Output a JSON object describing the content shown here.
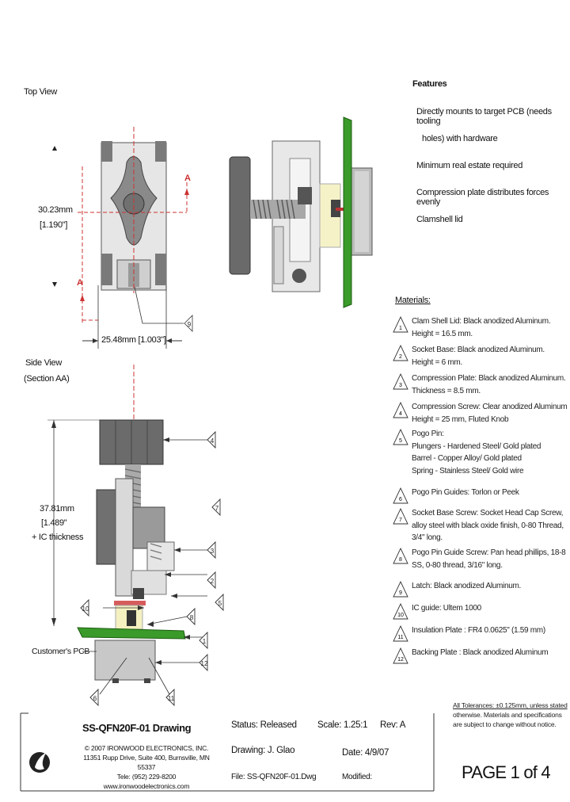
{
  "views": {
    "top_view": "Top View",
    "side_view_line1": "Side View",
    "side_view_line2": "(Section AA)",
    "section_marker": "A"
  },
  "dimensions": {
    "height_mm": "30.23mm",
    "height_in": "[1.190\"]",
    "width": "25.48mm [1.003\"]",
    "side_mm": "37.81mm",
    "side_in": "[1.489\"",
    "side_extra": "+ IC thickness"
  },
  "callouts": {
    "top_marker": "9",
    "side_labels": [
      "4",
      "7",
      "3",
      "2",
      "5",
      "10",
      "8",
      "1",
      "12",
      "6",
      "11"
    ]
  },
  "customer_pcb": "Customer's PCB",
  "features": {
    "heading": "Features",
    "items": [
      "Directly mounts to target PCB (needs tooling",
      "holes) with hardware",
      "Minimum real estate required",
      "Compression plate distributes forces evenly",
      "Clamshell lid"
    ]
  },
  "materials": {
    "heading": "Materials:",
    "items": [
      {
        "num": "1",
        "lines": [
          "Clam Shell Lid: Black anodized Aluminum.",
          "Height = 16.5 mm."
        ]
      },
      {
        "num": "2",
        "lines": [
          "Socket Base: Black anodized Aluminum.",
          "Height = 6 mm."
        ]
      },
      {
        "num": "3",
        "lines": [
          "Compression Plate: Black anodized Aluminum.",
          "Thickness = 8.5 mm."
        ]
      },
      {
        "num": "4",
        "lines": [
          "Compression Screw: Clear anodized Aluminum",
          "Height = 25 mm, Fluted Knob"
        ]
      },
      {
        "num": "5",
        "lines": [
          "Pogo Pin:",
          "Plungers - Hardened Steel/ Gold plated",
          "Barrel - Copper Alloy/ Gold plated",
          "Spring - Stainless Steel/ Gold wire"
        ]
      },
      {
        "num": "6",
        "lines": [
          "Pogo Pin Guides: Torlon or Peek"
        ]
      },
      {
        "num": "7",
        "lines": [
          "Socket Base Screw: Socket Head Cap Screw,",
          "alloy steel with black oxide finish, 0-80 Thread,",
          "3/4\" long."
        ]
      },
      {
        "num": "8",
        "lines": [
          "Pogo Pin Guide Screw: Pan head phillips, 18-8",
          "SS, 0-80 thread, 3/16\" long."
        ]
      },
      {
        "num": "9",
        "lines": [
          "Latch: Black anodized Aluminum."
        ]
      },
      {
        "num": "10",
        "lines": [
          "IC guide: Ultem 1000"
        ]
      },
      {
        "num": "11",
        "lines": [
          "Insulation Plate : FR4 0.0625\" (1.59 mm)"
        ]
      },
      {
        "num": "12",
        "lines": [
          "Backing Plate : Black anodized Aluminum"
        ]
      }
    ]
  },
  "tolerance_note": {
    "lines": [
      "All Tolerances: ±0.125mm, unless stated",
      "otherwise. Materials and specifications",
      "are subject to change without notice."
    ]
  },
  "title_block": {
    "title": "SS-QFN20F-01 Drawing",
    "status": "Status: Released",
    "scale": "Scale: 1.25:1",
    "rev": "Rev: A",
    "drawing": "Drawing: J. Glao",
    "date": "Date: 4/9/07",
    "file": "File: SS-QFN20F-01.Dwg",
    "modified": "Modified:",
    "company_lines": [
      "© 2007 IRONWOOD ELECTRONICS, INC.",
      "11351 Rupp Drive, Suite 400, Burnsville, MN 55337",
      "Tele: (952) 229-8200",
      "www.ironwoodelectronics.com"
    ],
    "page": "PAGE 1 of 4"
  }
}
